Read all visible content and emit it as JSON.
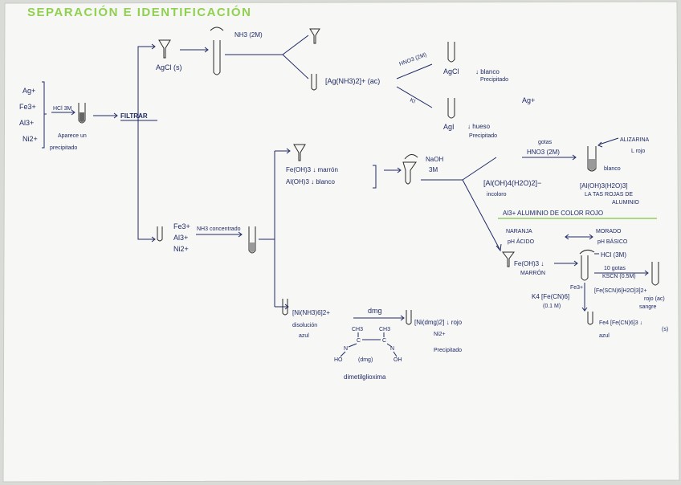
{
  "title": "SEPARACIÓN E IDENTIFICACIÓN",
  "colors": {
    "ink": "#1f2a66",
    "title": "#8fd14f",
    "paper": "#f7f7f5"
  },
  "start": {
    "ions": [
      "Ag+",
      "Fe3+",
      "Al3+",
      "Ni2+"
    ],
    "reagent": "HCl 3M",
    "note1": "Aparece un",
    "note2": "precipitado",
    "filtrar": "FILTRAR"
  },
  "ag_branch": {
    "agcl": "AgCl (s)",
    "nh3": "NH3 (2M)",
    "complex": "[Ag(NH3)2]+ (ac)",
    "hno3": "HNO3 (2M)",
    "agcl2": "AgCl",
    "blanco": "↓ blanco",
    "precip1": "Precipitado",
    "ki": "KI",
    "agi": "AgI",
    "hueso": "↓ hueso",
    "precip2": "Precipitado",
    "agplus": "Ag+"
  },
  "mid": {
    "ions": [
      "Fe3+",
      "Al3+",
      "Ni2+"
    ],
    "nh3": "NH3 concentrado"
  },
  "hydrox": {
    "fe": "Fe(OH)3 ↓ marrón",
    "al": "Al(OH)3 ↓ blanco",
    "naoh1": "NaOH",
    "naoh2": "3M"
  },
  "al_branch": {
    "complex": "[Al(OH)4(H2O)2]−",
    "incoloro": "incoloro",
    "gotas": "gotas",
    "hno3": "HNO3 (2M)",
    "aliz": "ALIZARINA",
    "rojo": "L rojo",
    "blanco": "blanco",
    "lake1": "[Al(OH)3(H2O)3]",
    "lake2": "LA TAS ROJAS DE",
    "lake3": "ALUMINIO",
    "banner": "Al3+ ALUMINIO DE COLOR ROJO",
    "naranja": "NARANJA",
    "acido": "pH ÁCIDO",
    "morado": "MORADO",
    "basico": "pH BÁSICO"
  },
  "fe_branch": {
    "feoh": "Fe(OH)3 ↓",
    "marron": "MARRÓN",
    "hcl": "HCl (3M)",
    "gotas": "10 gotas",
    "kscn": "KSCN (0.5M)",
    "fe3": "Fe3+",
    "k4": "K4 [Fe(CN)6]",
    "k4c": "(0.1 M)",
    "thio": "[Fe(SCN)6[H2O]3]2+",
    "rojo": "rojo (ac)",
    "sangre": "sangre",
    "pb": "Fe4 [Fe(CN)6]3 ↓",
    "pbs": "(s)",
    "azul": "azul"
  },
  "ni_branch": {
    "complex": "[Ni(NH3)6]2+",
    "disol": "disolución",
    "azul": "azul",
    "dmg": "dmg",
    "nidmg": "[Ni(dmg)2] ↓ rojo",
    "ni": "Ni2+",
    "precip": "Precipitado",
    "ch3a": "CH3",
    "ch3b": "CH3",
    "c1": "C",
    "c2": "C",
    "n1": "N",
    "n2": "N",
    "ho": "HO",
    "oh": "OH",
    "dmgp": "(dmg)",
    "dimeth": "dimetilglioxima"
  }
}
